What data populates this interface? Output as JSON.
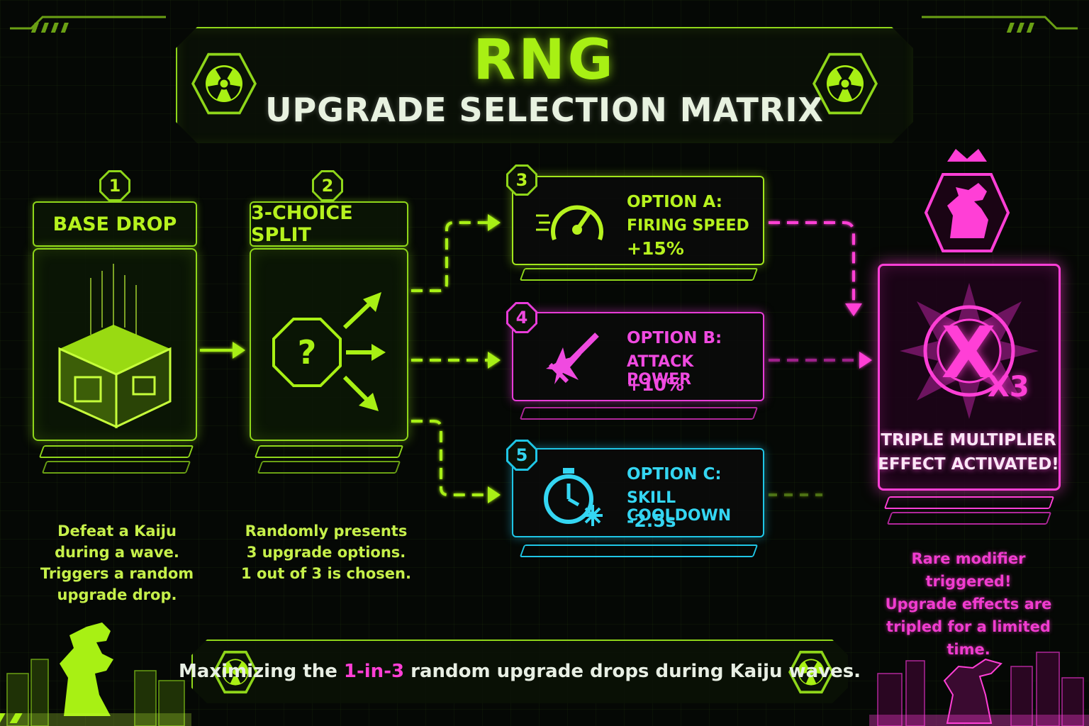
{
  "title": {
    "main": "RNG",
    "subtitle": "UPGRADE SELECTION MATRIX"
  },
  "steps": [
    {
      "number": "1",
      "label": "BASE DROP",
      "description": [
        "Defeat a Kaiju",
        "during a wave.",
        "Triggers a random",
        "upgrade drop."
      ]
    },
    {
      "number": "2",
      "label": "3-CHOICE SPLIT",
      "icon_text": "?",
      "description": [
        "Randomly presents",
        "3 upgrade options.",
        "1 out of 3 is chosen."
      ]
    }
  ],
  "options": [
    {
      "number": "3",
      "line1": "OPTION A:",
      "line2": "FIRING SPEED",
      "value": "+15%",
      "icon": "speedometer-icon",
      "color": "#b6f21e"
    },
    {
      "number": "4",
      "line1": "OPTION B:",
      "line2": "ATTACK POWER",
      "value": "+10%",
      "icon": "sword-icon",
      "color": "#f04ae0"
    },
    {
      "number": "5",
      "line1": "OPTION C:",
      "line2": "SKILL COOLDOWN",
      "value": "-2.5s",
      "icon": "stopwatch-snowflake-icon",
      "color": "#34d6f2"
    }
  ],
  "result": {
    "multiplier_letter": "X",
    "multiplier_label": "X3",
    "line1": "TRIPLE MULTIPLIER",
    "line2": "EFFECT ACTIVATED!",
    "note": [
      "Rare modifier triggered!",
      "Upgrade effects are",
      "tripled for a limited time."
    ],
    "color": "#ff3fd6"
  },
  "footer": {
    "prefix": "Maximizing the ",
    "highlight": "1-in-3",
    "suffix": " random upgrade drops during Kaiju waves."
  },
  "colors": {
    "green": "#8fd61a",
    "magenta": "#ff3fd6",
    "cyan": "#1fc6e6",
    "background": "#050805"
  }
}
